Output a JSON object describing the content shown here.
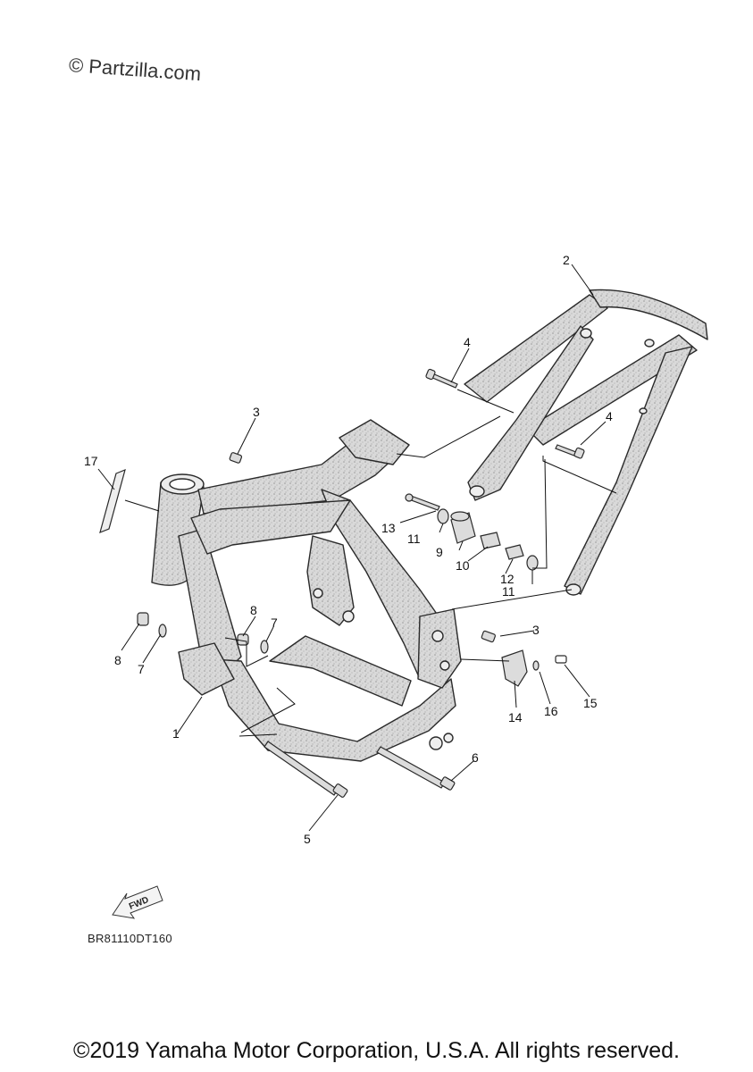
{
  "watermark": "© Partzilla.com",
  "diagram_code": "BR81110DT160",
  "copyright": "©2019 Yamaha Motor Corporation, U.S.A. All rights reserved.",
  "fwd_label": "FWD",
  "callouts": {
    "c1": "1",
    "c2": "2",
    "c3a": "3",
    "c3b": "3",
    "c4a": "4",
    "c4b": "4",
    "c5": "5",
    "c6": "6",
    "c7a": "7",
    "c7b": "7",
    "c8a": "8",
    "c8b": "8",
    "c9": "9",
    "c10": "10",
    "c11a": "11",
    "c11b": "11",
    "c12": "12",
    "c13": "13",
    "c14": "14",
    "c15": "15",
    "c16": "16",
    "c17": "17"
  },
  "colors": {
    "frame_fill": "#d6d6d6",
    "frame_stroke": "#2a2a2a",
    "line": "#111111"
  }
}
